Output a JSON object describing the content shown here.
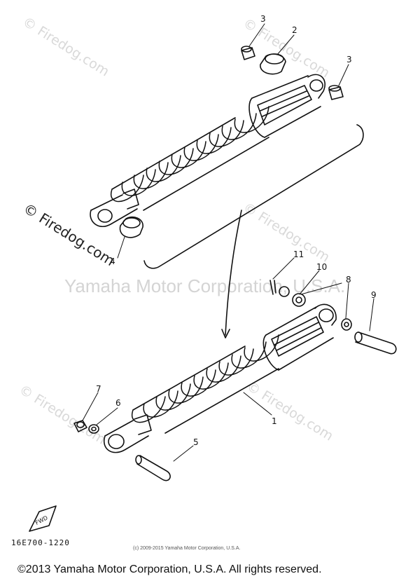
{
  "watermarks": {
    "site": "© Firedog.com",
    "site_short": "© Firedog.com",
    "center": "Yamaha Motor Corporation, U.S.A."
  },
  "callouts": [
    "1",
    "2",
    "3",
    "3",
    "4",
    "5",
    "6",
    "7",
    "8",
    "9",
    "10",
    "11"
  ],
  "part_code": "16E700-1220",
  "small_copyright": "(c) 2009-2015 Yamaha Motor Corporation, U.S.A.",
  "footer": "©2013 Yamaha Motor Corporation, U.S.A. All rights reserved.",
  "fwd_label": "FWD"
}
